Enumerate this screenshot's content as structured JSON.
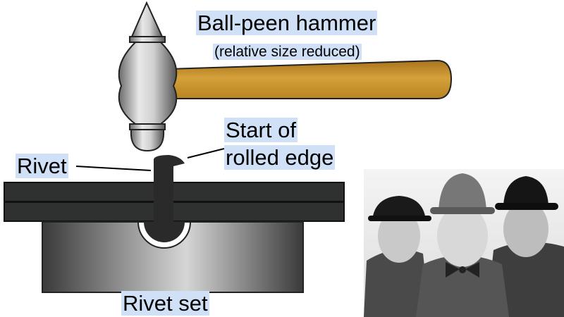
{
  "labels": {
    "hammer_title": "Ball-peen hammer",
    "hammer_note": "(relative size reduced)",
    "start_line1": "Start of",
    "start_line2": "rolled edge",
    "rivet": "Rivet",
    "rivet_set": "Rivet set"
  },
  "colors": {
    "label_highlight": "#cfe0f7",
    "handle": "#d4a13b",
    "plates": "#2f3030",
    "metal_light": "#e8e8e8",
    "metal_dark": "#3a3a3a"
  },
  "photo": {
    "subject": "three men in bowler hats (black-and-white photo)"
  }
}
